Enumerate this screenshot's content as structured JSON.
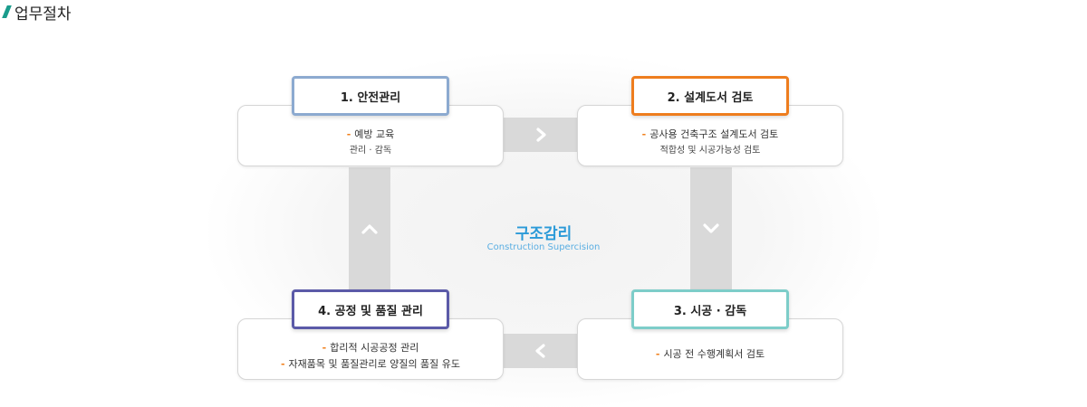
{
  "header": {
    "title": "업무절차"
  },
  "colors": {
    "accent_slash": "#1a9c8c",
    "step1_border": "#8caad0",
    "step2_border": "#ee7d1e",
    "step3_border": "#7dcdc9",
    "step4_border": "#5b5aa8",
    "bullet": "#f07f1a",
    "center_title": "#2b9ad8",
    "connector": "#d9d9d9"
  },
  "center": {
    "title": "구조감리",
    "subtitle": "Construction Supercision"
  },
  "steps": [
    {
      "label": "1. 안전관리",
      "lines": [
        "예방 교육",
        "관리 · 감독"
      ]
    },
    {
      "label": "2. 설계도서 검토",
      "lines": [
        "공사용 건축구조 설계도서 검토",
        "적합성 및 시공가능성 검토"
      ]
    },
    {
      "label": "3. 시공 · 감독",
      "lines": [
        "시공 전 수행계획서 검토"
      ]
    },
    {
      "label": "4. 공정 및 품질 관리",
      "lines": [
        "합리적 시공공정 관리",
        "자재품목 및 품질관리로 양질의 품질 유도"
      ]
    }
  ],
  "arrows": [
    "chevron-right",
    "chevron-down",
    "chevron-left",
    "chevron-up"
  ]
}
